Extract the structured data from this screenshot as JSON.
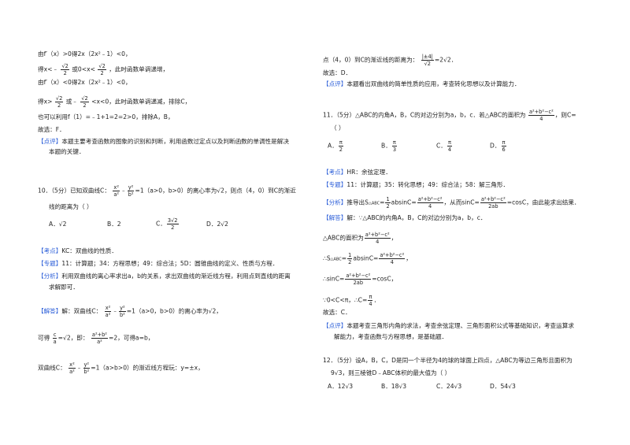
{
  "left": {
    "l1": "由f′（x）>0得2x（2x²﹣1）<0，",
    "l2a": "得x<﹣",
    "l2b": "或0<x<",
    "l2c": "，此时函数单调递增，",
    "sqrt2": "√2",
    "den2": "2",
    "l3": "由f′（x）<0得2x（2x²﹣1）<0，",
    "l4a": "得x>",
    "l4b": "或﹣",
    "l4c": "<x<0，此时函数单调递减，排除C，",
    "l5": "也可以利用f（1）=﹣1+1=2=2>0，排除A，B，",
    "l6": "故选：F．",
    "dp_tag": "【点评】",
    "dp_text": "本题主要考查函数的图象的识别和判断，利用函数过定点以及判断函数的单调性是解决",
    "dp_text2": "本题的关键．",
    "q10a": "10．（5分）已知双曲线C：",
    "x2": "x²",
    "y2": "y²",
    "a2": "a²",
    "b2": "b²",
    "q10b": "=1（a>0，b>0）的离心率为√2，则点（4，0）到C的渐近",
    "q10c": "线的距离为（    ）",
    "optA": "A．√2",
    "optB": "B．2",
    "optC_pre": "C．",
    "optC_num": "3√2",
    "optC_den": "2",
    "optD": "D．2√2",
    "kd_tag": "【考点】",
    "kd_text": "KC：双曲线的性质．",
    "zt_tag": "【专题】",
    "zt_text": "11：计算题；34：方程思想；49：综合法；5D：圆锥曲线的定义、性质与方程．",
    "fx_tag": "【分析】",
    "fx_text": "利用双曲线的离心率求出a，b的关系，求出双曲线的渐近线方程，利用点到直线的距离",
    "fx_text2": "求解即可．",
    "jd_tag": "【解答】",
    "jd_a": "解：双曲线C：",
    "jd_b": "=1（a>0，b>0）的离心率为√2，",
    "kd2a": "可得",
    "c": "c",
    "a": "a",
    "kd2b": "=√2，即：",
    "a2b2": "a²+b²",
    "kd2c": "=2，可得a=b，",
    "sx_a": "双曲线C：",
    "sx_b": "=1（a>b>0）的渐近线方程玩：y=±x，"
  },
  "right": {
    "r1a": "点（4，0）到C的渐近线的距离为：",
    "r1num": "|±4|",
    "r1den": "√2",
    "r1b": "=2√2．",
    "r2": "故选：D．",
    "dp_tag": "【点评】",
    "dp_text": "本题看出双曲线的简单性质的应用，考查转化思想以及计算能力．",
    "q11a": "11．（5分）△ABC的内角A，B，C的对边分别为a，b，c．若△ABC的面积为",
    "abc": "a²+b²−c²",
    "four": "4",
    "q11b": "，则C=",
    "q11c": "（    ）",
    "optA_pre": "A．",
    "pi": "π",
    "d2": "2",
    "optB_pre": "B．",
    "d3": "3",
    "optC_pre": "C．",
    "d4": "4",
    "optD_pre": "D．",
    "d6": "6",
    "kd_tag": "【考点】",
    "kd_text": "HR：余弦定理．",
    "zt_tag": "【专题】",
    "zt_text": "11：计算题；35：转化思想；49：综合法；58：解三角形．",
    "fx_tag": "【分析】",
    "fx_a": "推导出S",
    "fx_sub": "△ABC",
    "fx_b": "=",
    "half": "1",
    "two": "2",
    "fx_c": "absinC=",
    "fx_d": "，从而sinC=",
    "twoab": "2ab",
    "fx_e": "=cosC，由此能求出结果．",
    "jd_tag": "【解答】",
    "jd_text": "解：∵△ABC的内角A，B，C的对边分别为a，b，c．",
    "s1a": "△ABC的面积为",
    "s1b": "，",
    "s2a": "∴S",
    "s2b": "=",
    "s2c": "absinC=",
    "s2d": "，",
    "s3a": "∴sinC=",
    "s3b": "=cosC，",
    "s4a": "∵0<C<π，∴C=",
    "s4b": "．",
    "s5": "故选：C．",
    "dp2_tag": "【点评】",
    "dp2_text": "本题考查三角形内角的求法，考查余弦定理、三角形面积公式等基础知识，考查运算求",
    "dp2_text2": "解能力，考查函数与方程思想，是基础题．",
    "q12a": "12．（5分）设A，B，C，D是同一个半径为4的球的球面上四点，△ABC为等边三角形且面积为",
    "q12b": "9√3，则三棱锥D﹣ABC体积的最大值为（    ）",
    "optA": "A．12√3",
    "optB": "B．18√3",
    "optC": "C．24√3",
    "optD": "D．54√3"
  }
}
